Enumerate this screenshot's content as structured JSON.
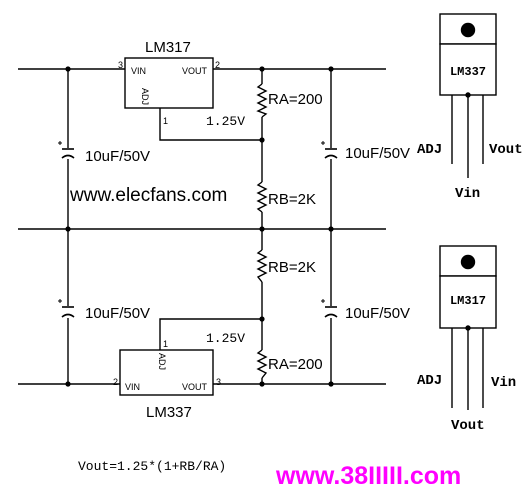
{
  "top_circuit": {
    "ic_name": "LM317",
    "pin_vin_num": "3",
    "pin_vin_label": "VIN",
    "pin_vout_label": "VOUT",
    "pin_vout_num": "2",
    "pin_adj_label": "ADJ",
    "pin_adj_num": "1",
    "ref_voltage": "1.25V",
    "resistor_a": "RA=200",
    "resistor_b": "RB=2K",
    "cap_in": "10uF/50V",
    "cap_out": "10uF/50V"
  },
  "bottom_circuit": {
    "ic_name": "LM337",
    "pin_vin_num": "2",
    "pin_vin_label": "VIN",
    "pin_vout_label": "VOUT",
    "pin_vout_num": "3",
    "pin_adj_label": "ADJ",
    "pin_adj_num": "1",
    "ref_voltage": "1.25V",
    "resistor_a": "RA=200",
    "resistor_b": "RB=2K",
    "cap_in": "10uF/50V",
    "cap_out": "10uF/50V"
  },
  "watermark": "www.elecfans.com",
  "formula": "Vout=1.25*(1+RB/RA)",
  "brand": "www.38IIIII.com",
  "package_top": {
    "label": "LM337",
    "pin_left": "ADJ",
    "pin_right": "Vout",
    "pin_center": "Vin"
  },
  "package_bottom": {
    "label": "LM317",
    "pin_left": "ADJ",
    "pin_right": "Vin",
    "pin_center": "Vout"
  },
  "colors": {
    "ink": "#000000",
    "brand": "#ff00ff",
    "package_body": "#ffffff"
  }
}
